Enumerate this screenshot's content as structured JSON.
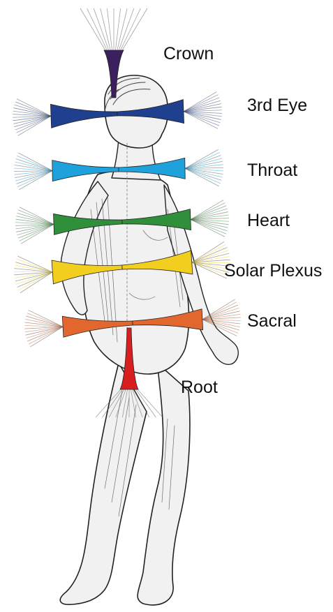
{
  "chakras": [
    {
      "id": "crown",
      "label": "Crown",
      "color": "#3b1f5e"
    },
    {
      "id": "third-eye",
      "label": "3rd Eye",
      "color": "#1f3f8f"
    },
    {
      "id": "throat",
      "label": "Throat",
      "color": "#1fa2dc"
    },
    {
      "id": "heart",
      "label": "Heart",
      "color": "#2f8f3a"
    },
    {
      "id": "solar-plexus",
      "label": "Solar Plexus",
      "color": "#f2cf1f"
    },
    {
      "id": "sacral",
      "label": "Sacral",
      "color": "#e2672f"
    },
    {
      "id": "root",
      "label": "Root",
      "color": "#d81e1e"
    }
  ]
}
